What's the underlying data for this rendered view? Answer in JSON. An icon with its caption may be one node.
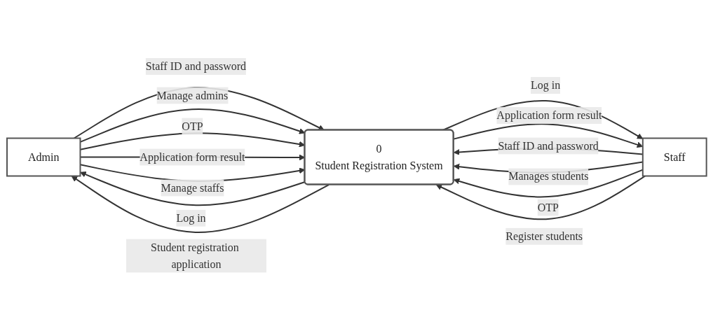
{
  "diagram": {
    "nodes": [
      {
        "text": [
          "Admin"
        ]
      },
      {
        "text": [
          "0",
          "Student Registration System"
        ]
      },
      {
        "text": [
          "Staff"
        ]
      }
    ],
    "edges": [
      {
        "from": 0,
        "to": 1,
        "arrow": "to",
        "label": "Staff ID and password"
      },
      {
        "from": 2,
        "to": 1,
        "arrow": "to",
        "label": "Staff ID and password"
      },
      {
        "from": 0,
        "to": 1,
        "arrow": "to",
        "label": "Manage admins"
      },
      {
        "from": 2,
        "to": 1,
        "arrow": "to",
        "label": "Manages students"
      },
      {
        "from": 0,
        "to": 1,
        "arrow": "to",
        "label": "OTP"
      },
      {
        "from": 2,
        "to": 1,
        "arrow": "to",
        "label": "OTP"
      },
      {
        "from": 1,
        "to": 0,
        "arrow": "to",
        "label": "Log in"
      },
      {
        "from": 1,
        "to": 2,
        "arrow": "to",
        "label": "Log in"
      },
      {
        "from": 1,
        "to": 0,
        "arrow": "to",
        "label": "Student registration application"
      },
      {
        "from": 1,
        "to": 2,
        "arrow": "to",
        "label": "Application form result"
      },
      {
        "from": 0,
        "to": 1,
        "arrow": "to",
        "label": "Application form result"
      },
      {
        "from": 2,
        "to": 1,
        "arrow": "to",
        "label": "Register students"
      },
      {
        "from": 0,
        "to": 1,
        "arrow": "to",
        "label": "Manage staffs"
      }
    ]
  }
}
